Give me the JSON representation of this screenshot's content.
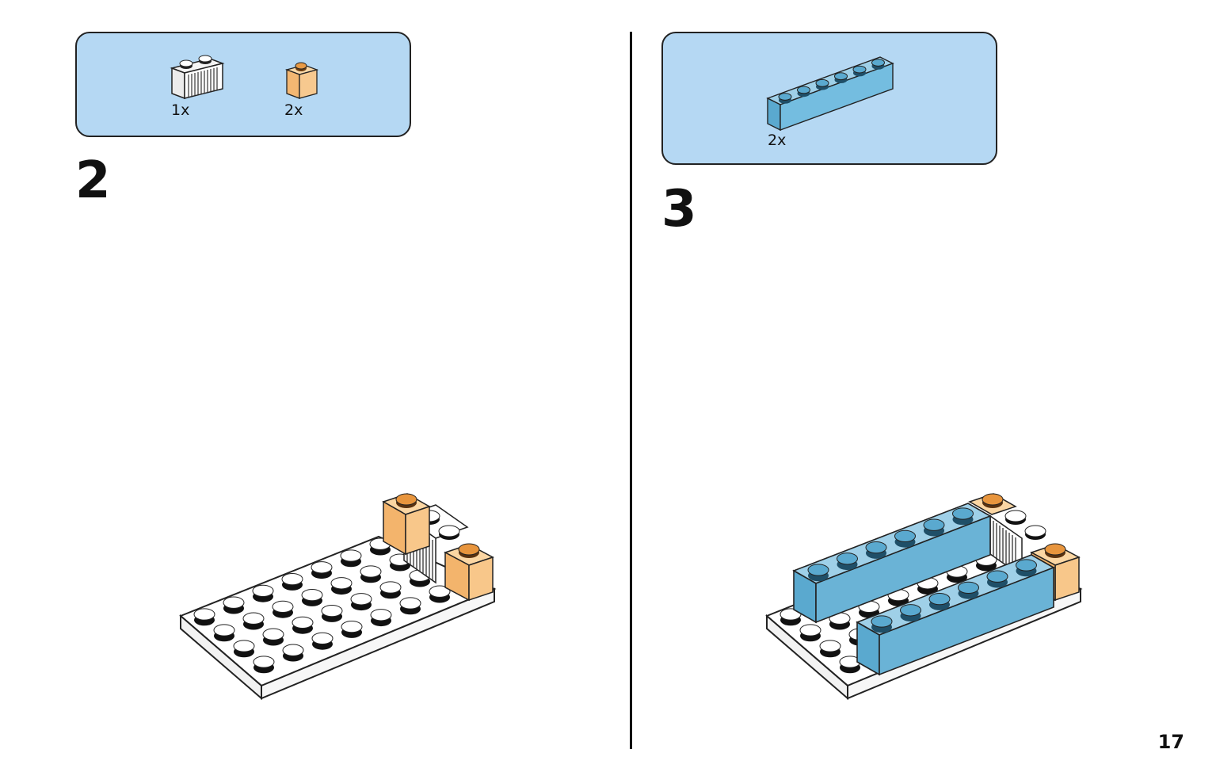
{
  "page_number": "17",
  "left": {
    "step_number": "2",
    "parts": [
      {
        "icon": "white-1x2-grille-brick-icon",
        "qty": "1x"
      },
      {
        "icon": "orange-transparent-1x1-brick-icon",
        "qty": "2x"
      }
    ]
  },
  "right": {
    "step_number": "3",
    "parts": [
      {
        "icon": "blue-1x6-brick-icon",
        "qty": "2x"
      }
    ]
  },
  "colors": {
    "parts_box": "#b5d8f3",
    "brick_blue": "#6ab3d6",
    "brick_orange": "#f7c27e",
    "plate_white": "#ffffff",
    "outline": "#222222"
  }
}
